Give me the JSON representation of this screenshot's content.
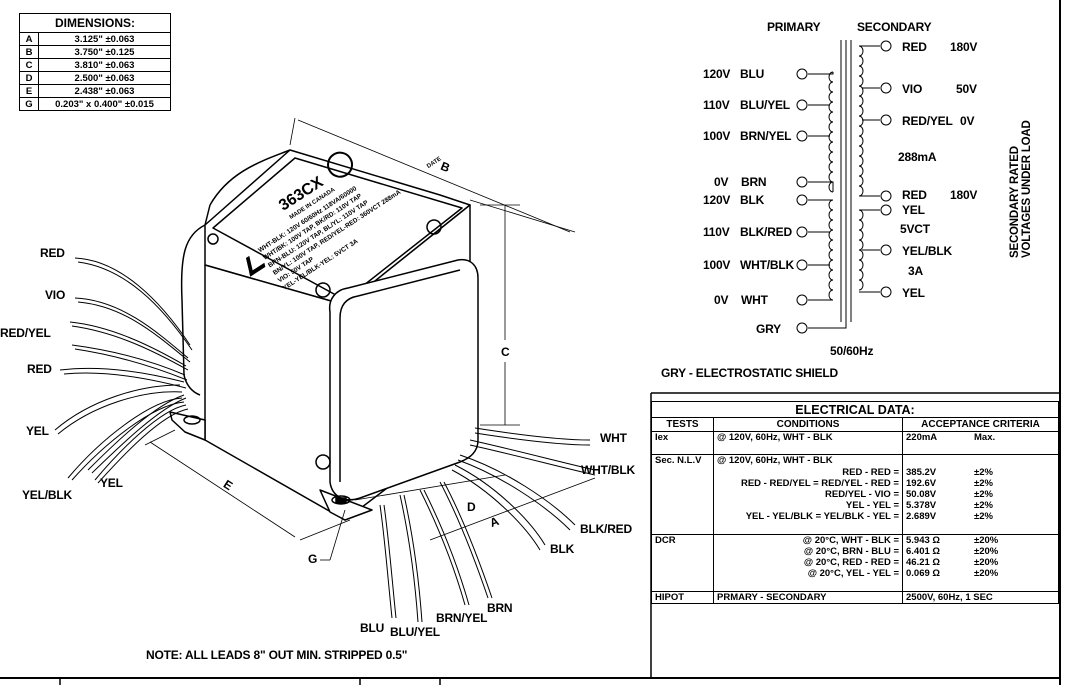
{
  "dimensions": {
    "title": "DIMENSIONS:",
    "rows": [
      {
        "key": "A",
        "value": "3.125\"  ±0.063"
      },
      {
        "key": "B",
        "value": "3.750\"  ±0.125"
      },
      {
        "key": "C",
        "value": "3.810\"  ±0.063"
      },
      {
        "key": "D",
        "value": "2.500\"  ±0.063"
      },
      {
        "key": "E",
        "value": "2.438\"  ±0.063"
      },
      {
        "key": "G",
        "value": "0.203\" x 0.400\"  ±0.015"
      }
    ]
  },
  "label_plate": {
    "model": "363CX",
    "made": "MADE IN CANADA",
    "line1": "WHT-BLK: 120V 60/60Hz 118VA/60000",
    "line2": "WHT/BK: 100V TAP, BK/RD: 110V TAP",
    "line3": "BRN-BLU: 120V TAP, BL/YL: 110V TAP",
    "line4": "BN/YL: 100V TAP, RED/YEL-RED: 360VCT 288mA",
    "line5": "VIO: 50V TAP",
    "line6": "YEL-YEL/BLK-YEL: 5VCT 3A",
    "date": "DATE"
  },
  "drawing_labels": {
    "left_leads": [
      "RED",
      "VIO",
      "RED/YEL",
      "RED",
      "YEL",
      "YEL/BLK",
      "YEL"
    ],
    "right_leads": [
      "WHT",
      "WHT/BLK",
      "BLK/RED",
      "BLK"
    ],
    "bottom_leads": [
      "BLU",
      "BLU/YEL",
      "BRN/YEL",
      "BRN"
    ],
    "dims": {
      "A": "A",
      "B": "B",
      "C": "C",
      "D": "D",
      "E": "E",
      "G": "G"
    },
    "note": "NOTE:  ALL LEADS 8\" OUT MIN.  STRIPPED 0.5\""
  },
  "schematic": {
    "primary_title": "PRIMARY",
    "secondary_title": "SECONDARY",
    "primary_taps": [
      {
        "volt": "120V",
        "color": "BLU"
      },
      {
        "volt": "110V",
        "color": "BLU/YEL"
      },
      {
        "volt": "100V",
        "color": "BRN/YEL"
      },
      {
        "volt": "0V",
        "color": "BRN"
      },
      {
        "volt": "120V",
        "color": "BLK"
      },
      {
        "volt": "110V",
        "color": "BLK/RED"
      },
      {
        "volt": "100V",
        "color": "WHT/BLK"
      },
      {
        "volt": "0V",
        "color": "WHT"
      }
    ],
    "gry": "GRY",
    "freq": "50/60Hz",
    "shield_note": "GRY - ELECTROSTATIC SHIELD",
    "secondary_taps": [
      {
        "color": "RED",
        "volt": "180V"
      },
      {
        "color": "VIO",
        "volt": "50V"
      },
      {
        "color": "RED/YEL",
        "volt": "0V"
      },
      {
        "color": "RED",
        "volt": "180V"
      },
      {
        "color": "YEL",
        "volt": ""
      },
      {
        "color": "YEL/BLK",
        "volt": ""
      },
      {
        "color": "YEL",
        "volt": ""
      }
    ],
    "current_hv": "288mA",
    "lv_rating": "5VCT",
    "lv_current": "3A",
    "side_note_1": "SECONDARY RATED",
    "side_note_2": "VOLTAGES UNDER LOAD"
  },
  "electrical": {
    "title": "ELECTRICAL DATA:",
    "headers": [
      "TESTS",
      "CONDITIONS",
      "ACCEPTANCE CRITERIA"
    ],
    "rows": [
      {
        "test": "Iex",
        "cond": "@ 120V, 60Hz, WHT - BLK",
        "align": "l",
        "val": "220mA",
        "tol": "Max.",
        "cls": "first"
      },
      {
        "test": "",
        "cond": "",
        "align": "l",
        "val": "",
        "tol": "",
        "cls": "sep"
      },
      {
        "test": "Sec. N.L.V",
        "cond": "@ 120V, 60Hz, WHT - BLK",
        "align": "l",
        "val": "",
        "tol": "",
        "cls": ""
      },
      {
        "test": "",
        "cond": "RED - RED =",
        "align": "r",
        "val": "385.2V",
        "tol": "±2%",
        "cls": ""
      },
      {
        "test": "",
        "cond": "RED - RED/YEL = RED/YEL - RED =",
        "align": "r",
        "val": "192.6V",
        "tol": "±2%",
        "cls": ""
      },
      {
        "test": "",
        "cond": "RED/YEL - VIO =",
        "align": "r",
        "val": "50.08V",
        "tol": "±2%",
        "cls": ""
      },
      {
        "test": "",
        "cond": "YEL - YEL =",
        "align": "r",
        "val": "5.378V",
        "tol": "±2%",
        "cls": ""
      },
      {
        "test": "",
        "cond": "YEL - YEL/BLK = YEL/BLK - YEL =",
        "align": "r",
        "val": "2.689V",
        "tol": "±2%",
        "cls": ""
      },
      {
        "test": "",
        "cond": "",
        "align": "l",
        "val": "",
        "tol": "",
        "cls": "sep"
      },
      {
        "test": "DCR",
        "cond": "@ 20°C, WHT - BLK =",
        "align": "r",
        "val": "5.943 Ω",
        "tol": "±20%",
        "cls": ""
      },
      {
        "test": "",
        "cond": "@ 20°C, BRN - BLU =",
        "align": "r",
        "val": "6.401 Ω",
        "tol": "±20%",
        "cls": ""
      },
      {
        "test": "",
        "cond": "@ 20°C, RED - RED =",
        "align": "r",
        "val": "46.21 Ω",
        "tol": "±20%",
        "cls": ""
      },
      {
        "test": "",
        "cond": "@ 20°C, YEL - YEL =",
        "align": "r",
        "val": "0.069 Ω",
        "tol": "±20%",
        "cls": ""
      },
      {
        "test": "",
        "cond": "",
        "align": "l",
        "val": "",
        "tol": "",
        "cls": "sep"
      },
      {
        "test": "HIPOT",
        "cond": "PRMARY - SECONDARY",
        "align": "l",
        "val": "2500V, 60Hz, 1 SEC",
        "tol": "",
        "cls": "last"
      }
    ]
  }
}
